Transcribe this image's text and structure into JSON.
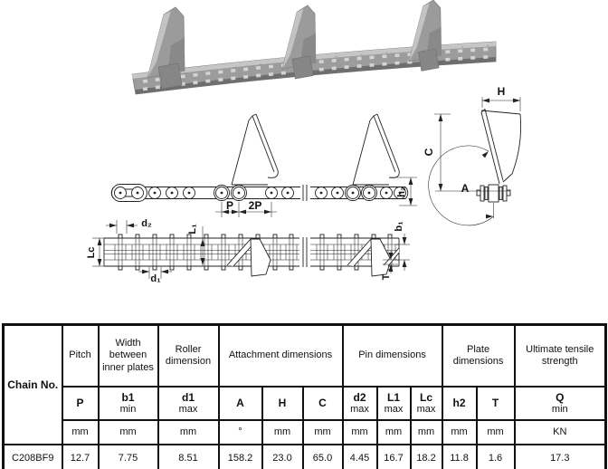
{
  "figure": {
    "side_view": {
      "dim_p": "P",
      "dim_2p": "2P",
      "dim_h2": "h₂"
    },
    "end_view": {
      "dim_h": "H",
      "dim_c": "C",
      "dim_a": "A"
    },
    "plan_view": {
      "dim_d2": "d₂",
      "dim_lc": "Lc",
      "dim_d1": "d₁",
      "dim_l1": "L₁",
      "dim_b1": "b₁",
      "dim_t": "T"
    }
  },
  "table": {
    "chain_no_header": "Chain No.",
    "groups": [
      {
        "label": "Pitch"
      },
      {
        "label": "Width between inner plates"
      },
      {
        "label": "Roller dimension"
      },
      {
        "label": "Attachment dimensions"
      },
      {
        "label": "Pin dimensions"
      },
      {
        "label": "Plate dimensions"
      },
      {
        "label": "Ultimate tensile strength"
      }
    ],
    "symbols": [
      {
        "sym": "P",
        "qual": ""
      },
      {
        "sym": "b1",
        "qual": "min"
      },
      {
        "sym": "d1",
        "qual": "max"
      },
      {
        "sym": "A",
        "qual": ""
      },
      {
        "sym": "H",
        "qual": ""
      },
      {
        "sym": "C",
        "qual": ""
      },
      {
        "sym": "d2",
        "qual": "max"
      },
      {
        "sym": "L1",
        "qual": "max"
      },
      {
        "sym": "Lc",
        "qual": "max"
      },
      {
        "sym": "h2",
        "qual": ""
      },
      {
        "sym": "T",
        "qual": ""
      },
      {
        "sym": "Q",
        "qual": "min"
      }
    ],
    "units": [
      "mm",
      "mm",
      "mm",
      "°",
      "mm",
      "mm",
      "mm",
      "mm",
      "mm",
      "mm",
      "mm",
      "KN"
    ],
    "row": {
      "chain_no": "C208BF9",
      "values": [
        "12.7",
        "7.75",
        "8.51",
        "158.2",
        "23.0",
        "65.0",
        "4.45",
        "16.7",
        "18.2",
        "11.8",
        "1.6",
        "17.3"
      ]
    }
  }
}
